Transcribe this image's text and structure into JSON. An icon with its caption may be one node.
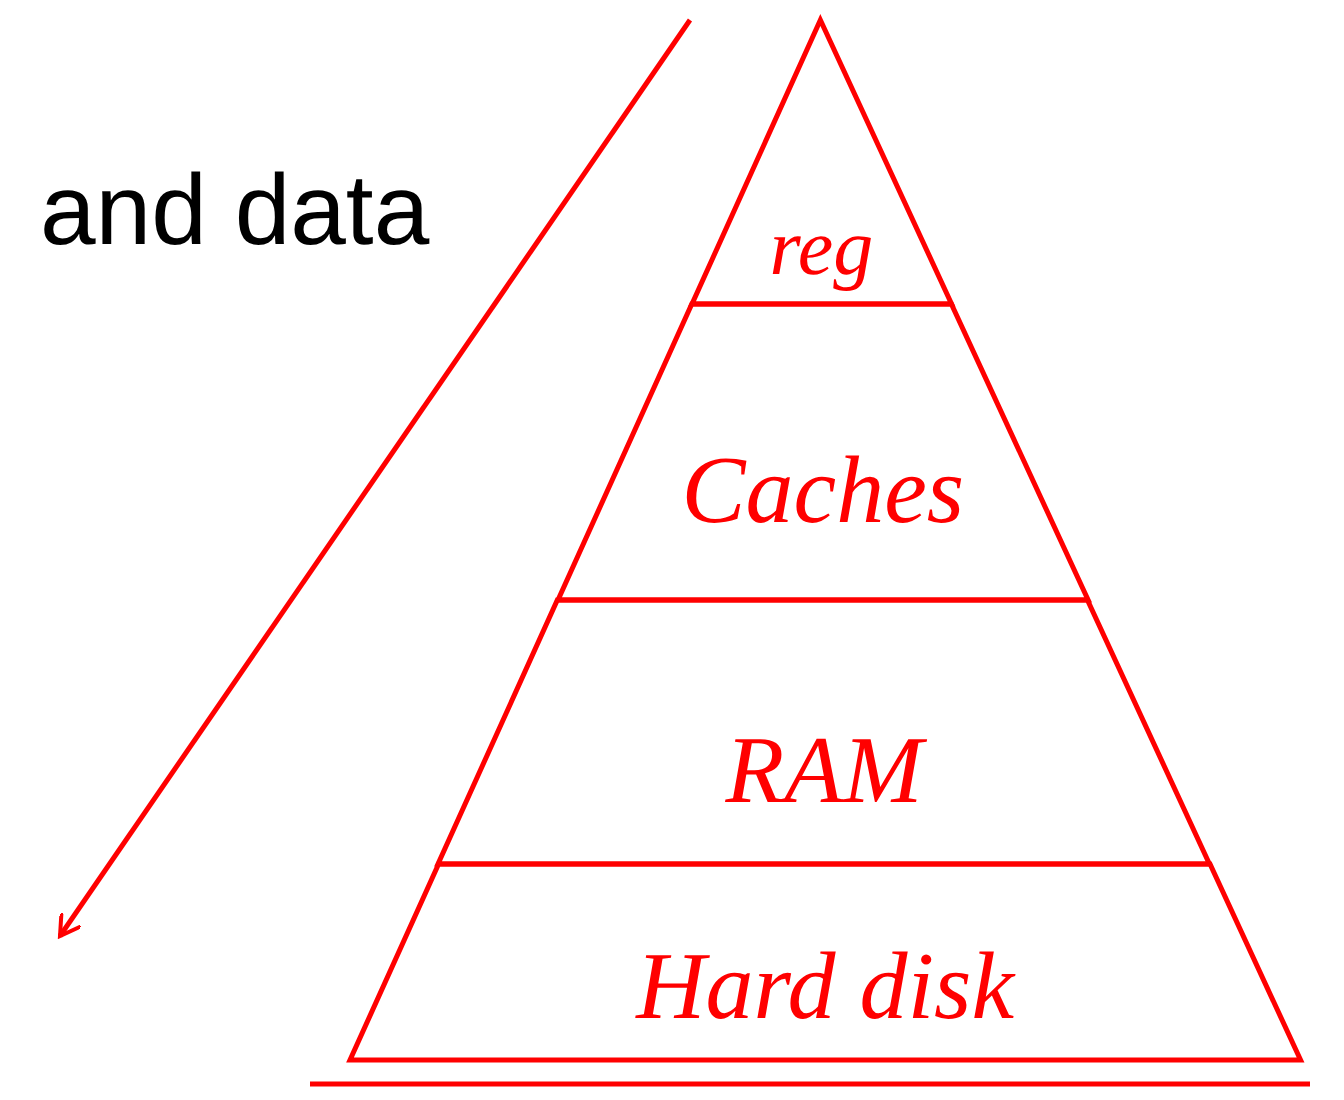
{
  "diagram": {
    "nodes": [
      {
        "text": [
          "reg"
        ]
      },
      {
        "text": [
          "Caches"
        ]
      },
      {
        "text": [
          "RAM"
        ]
      },
      {
        "text": [
          "Hard disk"
        ]
      }
    ],
    "labels": [
      "and data"
    ]
  }
}
